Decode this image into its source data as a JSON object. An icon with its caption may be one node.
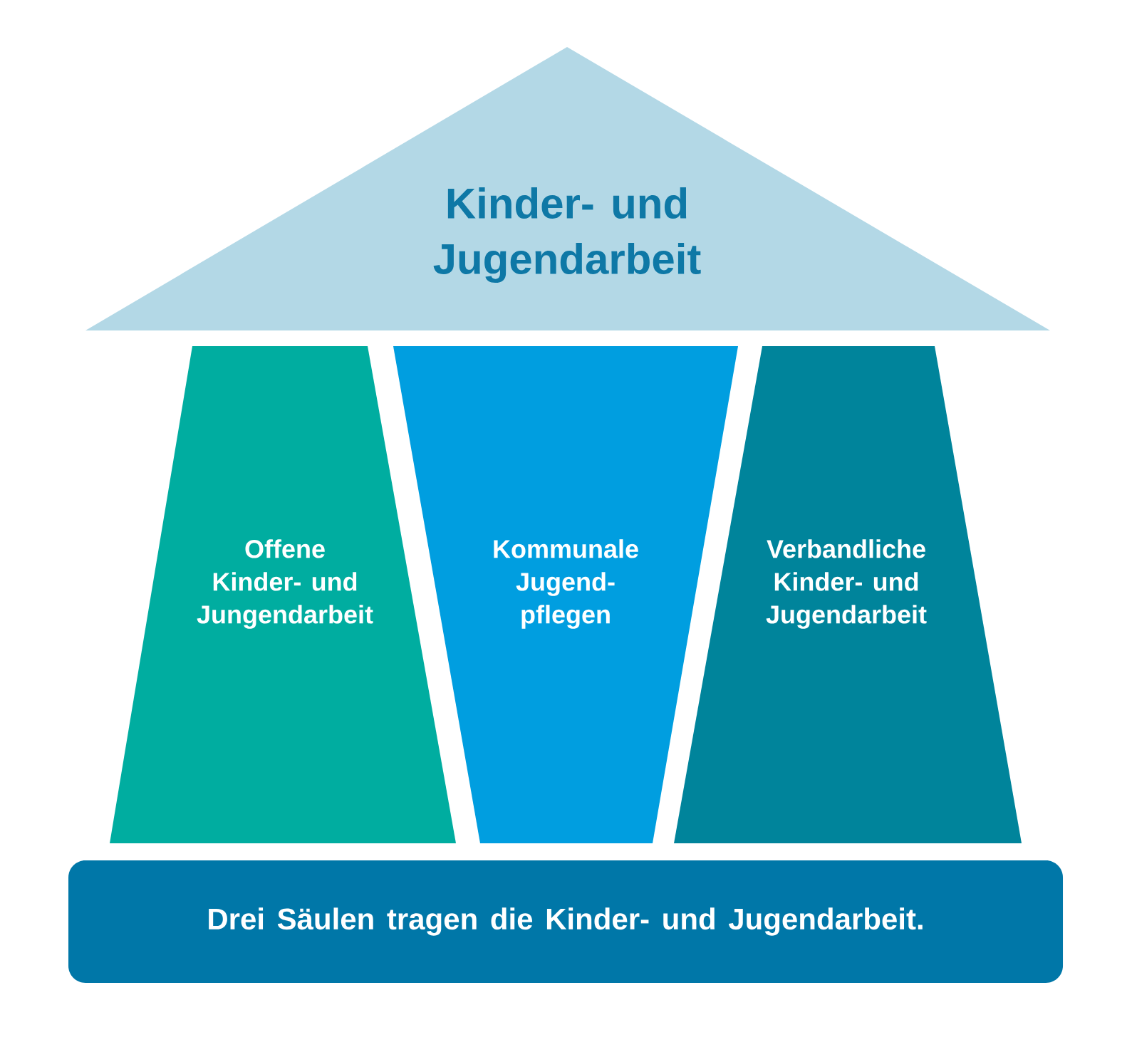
{
  "diagram": {
    "nodes": [
      {
        "text": [
          "Kinder- und Jugendarbeit"
        ]
      },
      {
        "text": [
          "Offene Kinder- und Jungendarbeit"
        ]
      },
      {
        "text": [
          "Kommunale Jugend-pflegen"
        ]
      },
      {
        "text": [
          "Verbandliche Kinder- und Jugendarbeit"
        ]
      },
      {
        "text": [
          "Drei Säulen tragen die Kinder- und Jugendarbeit."
        ]
      }
    ],
    "edges": []
  }
}
